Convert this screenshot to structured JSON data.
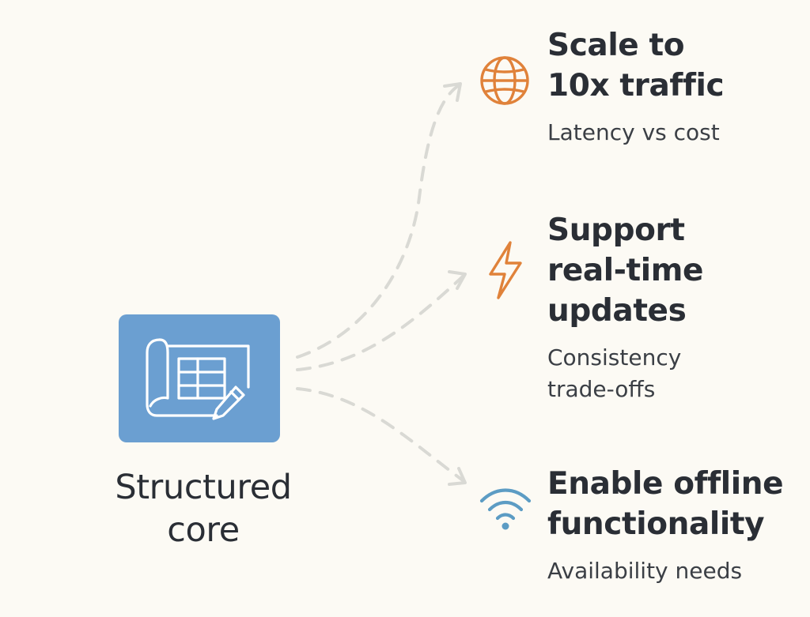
{
  "core": {
    "label": "Structured\ncore",
    "icon": "blueprint-icon",
    "color": "#6b9fd1"
  },
  "goals": [
    {
      "title": "Scale to\n10x traffic",
      "note": "Latency vs cost",
      "icon": "globe-icon",
      "icon_color": "#e0823a"
    },
    {
      "title": "Support\nreal-time\nupdates",
      "note": "Consistency\ntrade-offs",
      "icon": "lightning-icon",
      "icon_color": "#e0823a"
    },
    {
      "title": "Enable offline\nfunctionality",
      "note": "Availability needs",
      "icon": "wifi-icon",
      "icon_color": "#5c9cc4"
    }
  ],
  "connector_color": "#d9d9d4"
}
